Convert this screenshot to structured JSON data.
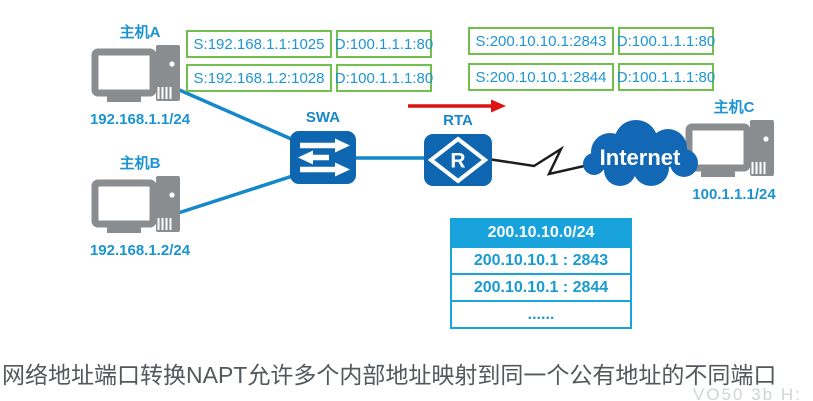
{
  "colors": {
    "device_blue": "#0f66b0",
    "cloud_blue": "#1268b4",
    "link_blue": "#1388cb",
    "text_blue": "#1b94d1",
    "table_blue": "#18a3dd",
    "green_border": "#70c04e",
    "arrow_red": "#dc1414",
    "icon_gray": "#8a8d90",
    "caption_gray": "#53585c"
  },
  "nodes": {
    "host_a": {
      "label": "主机A",
      "ip": "192.168.1.1/24"
    },
    "host_b": {
      "label": "主机B",
      "ip": "192.168.1.2/24"
    },
    "host_c": {
      "label": "主机C",
      "ip": "100.1.1.1/24"
    },
    "switch": {
      "label": "SWA"
    },
    "router": {
      "label": "RTA",
      "glyph": "R"
    },
    "internet": {
      "label": "Internet"
    }
  },
  "packets": {
    "private": [
      {
        "src": "S:192.168.1.1:1025",
        "dst": "D:100.1.1.1:80"
      },
      {
        "src": "S:192.168.1.2:1028",
        "dst": "D:100.1.1.1:80"
      }
    ],
    "public": [
      {
        "src": "S:200.10.10.1:2843",
        "dst": "D:100.1.1.1:80"
      },
      {
        "src": "S:200.10.10.1:2844",
        "dst": "D:100.1.1.1:80"
      }
    ]
  },
  "napt_table": {
    "header": "200.10.10.0/24",
    "rows": [
      "200.10.10.1 : 2843",
      "200.10.10.1 : 2844",
      "......"
    ]
  },
  "caption": "网络地址端口转换NAPT允许多个内部地址映射到同一个公有地址的不同端口",
  "watermark": "VO50 3b H:"
}
